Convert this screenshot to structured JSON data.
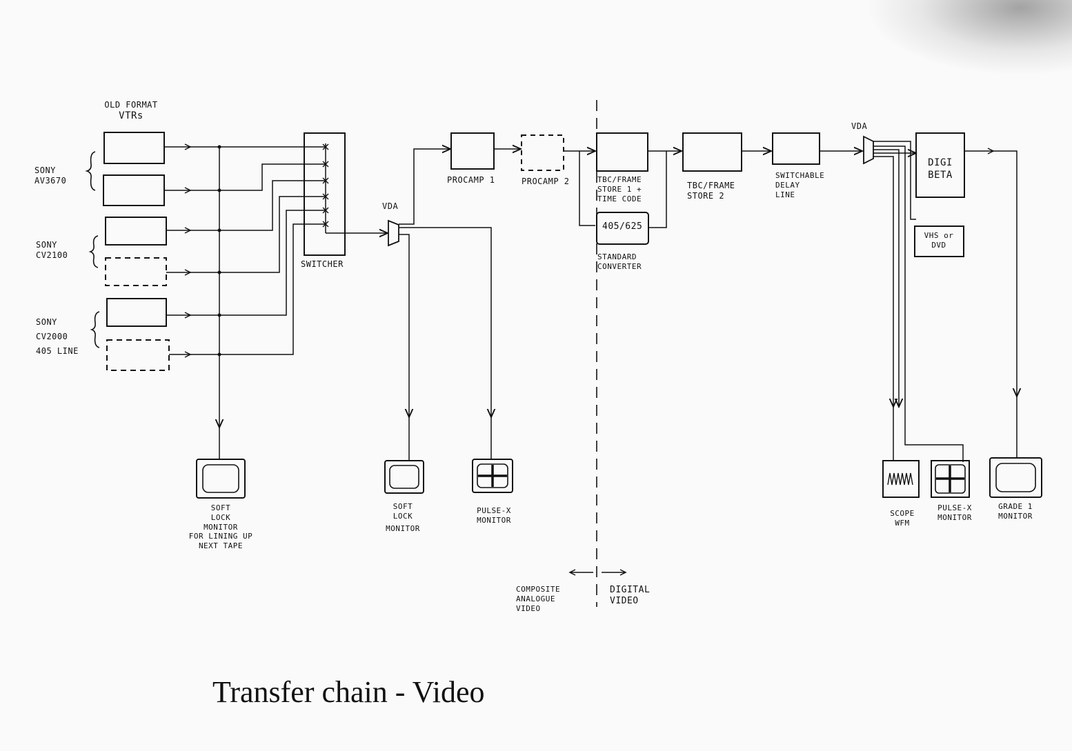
{
  "title": "Transfer chain - Video",
  "colors": {
    "ink": "#111111",
    "paper": "#fafafa"
  },
  "sources": {
    "header": [
      "OLD FORMAT",
      "VTRs"
    ],
    "groups": [
      {
        "label": [
          "SONY",
          "AV3670"
        ]
      },
      {
        "label": [
          "SONY",
          "CV2100"
        ]
      },
      {
        "label": [
          "SONY",
          "CV2000",
          "405 LINE"
        ]
      }
    ]
  },
  "switcher": {
    "label": "SWITCHER"
  },
  "vda_1": {
    "label": "VDA"
  },
  "vda_2": {
    "label": "VDA"
  },
  "procamp_1": {
    "label": "PROCAMP 1"
  },
  "procamp_2": {
    "label": "PROCAMP 2"
  },
  "tbc_1": {
    "label": [
      "TBC/FRAME",
      "STORE 1 +",
      "TIME CODE"
    ]
  },
  "standards_converter": {
    "box_text": "405/625",
    "label": [
      "STANDARD",
      "CONVERTER"
    ]
  },
  "tbc_2": {
    "label": [
      "TBC/FRAME",
      "STORE 2"
    ]
  },
  "delay_line": {
    "label": [
      "SWITCHABLE",
      "DELAY",
      "LINE"
    ]
  },
  "digibeta": {
    "text": [
      "DIGI",
      "BETA"
    ]
  },
  "vhs_dvd": {
    "text": [
      "VHS or",
      "DVD"
    ]
  },
  "monitors": {
    "lineup": {
      "label": [
        "SOFT",
        "LOCK",
        "MONITOR",
        "FOR LINING UP",
        "NEXT TAPE"
      ]
    },
    "soft_lock": {
      "label": [
        "SOFT",
        "LOCK",
        "MONITOR"
      ]
    },
    "pulse_x_1": {
      "label": [
        "PULSE-X",
        "MONITOR"
      ]
    },
    "scope": {
      "label": [
        "SCOPE",
        "WFM"
      ]
    },
    "pulse_x_2": {
      "label": [
        "PULSE-X",
        "MONITOR"
      ]
    },
    "grade": {
      "label": [
        "GRADE 1",
        "MONITOR"
      ]
    }
  },
  "domains": {
    "analogue": [
      "COMPOSITE",
      "ANALOGUE",
      "VIDEO"
    ],
    "digital": [
      "DIGITAL",
      "VIDEO"
    ]
  }
}
